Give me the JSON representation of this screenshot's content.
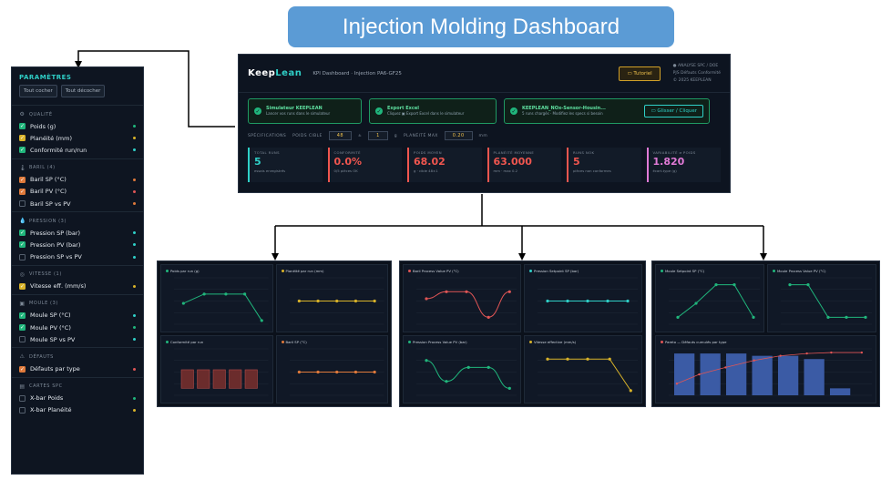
{
  "title": "Injection Molding Dashboard",
  "sidebar": {
    "title": "PARAMÈTRES",
    "buttons": [
      "Tout cocher",
      "Tout décocher"
    ],
    "sections": [
      {
        "label": "QUALITÉ",
        "icon": "gear-icon",
        "glyph": "⚙",
        "items": [
          {
            "label": "Poids (g)",
            "state": "on",
            "dot": "#20b67c"
          },
          {
            "label": "Planéité (mm)",
            "state": "yellow",
            "dot": "#d9b329"
          },
          {
            "label": "Conformité run/run",
            "state": "on",
            "dot": "#2fd0c8"
          }
        ]
      },
      {
        "label": "BARIL (4)",
        "icon": "thermometer-icon",
        "glyph": "🌡",
        "items": [
          {
            "label": "Baril SP (°C)",
            "state": "orange",
            "dot": "#e07a3b"
          },
          {
            "label": "Baril PV (°C)",
            "state": "orange",
            "dot": "#e05555"
          },
          {
            "label": "Baril SP vs PV",
            "state": "off",
            "dot": "#e07a3b"
          }
        ]
      },
      {
        "label": "PRESSION (3)",
        "icon": "droplet-icon",
        "glyph": "💧",
        "items": [
          {
            "label": "Pression SP (bar)",
            "state": "on",
            "dot": "#2fd0c8"
          },
          {
            "label": "Pression PV (bar)",
            "state": "on",
            "dot": "#2fd0c8"
          },
          {
            "label": "Pression SP vs PV",
            "state": "off",
            "dot": "#2fd0c8"
          }
        ]
      },
      {
        "label": "VITESSE (1)",
        "icon": "gauge-icon",
        "glyph": "◎",
        "items": [
          {
            "label": "Vitesse eff. (mm/s)",
            "state": "yellow",
            "dot": "#d9b329"
          }
        ]
      },
      {
        "label": "MOULE (3)",
        "icon": "mold-icon",
        "glyph": "▣",
        "items": [
          {
            "label": "Moule SP (°C)",
            "state": "on",
            "dot": "#2fd0c8"
          },
          {
            "label": "Moule PV (°C)",
            "state": "on",
            "dot": "#20b67c"
          },
          {
            "label": "Moule SP vs PV",
            "state": "off",
            "dot": "#2fd0c8"
          }
        ]
      },
      {
        "label": "DÉFAUTS",
        "icon": "warning-icon",
        "glyph": "⚠",
        "items": [
          {
            "label": "Défauts par type",
            "state": "orange",
            "dot": "#e05555"
          }
        ]
      },
      {
        "label": "CARTES SPC",
        "icon": "chart-icon",
        "glyph": "▤",
        "items": [
          {
            "label": "X-bar Poids",
            "state": "off",
            "dot": "#20b67c"
          },
          {
            "label": "X-bar Planéité",
            "state": "off",
            "dot": "#d9b329"
          }
        ]
      }
    ]
  },
  "dashboard": {
    "logo_a": "Keep",
    "logo_b": "Lean",
    "subtitle": "KPI Dashboard · Injection PA6-GF25",
    "tutorial": "▭ Tutoriel",
    "right_line1": "● ANALYSE SPC / DOE",
    "right_line2": "PJS   Défauts   Conformité",
    "right_line3": "© 2025 KEEPLEAN",
    "cards": [
      {
        "title": "Simulateur KEEPLEAN",
        "sub": "Lancer vos runs dans le simulateur"
      },
      {
        "title": "Export Excel",
        "sub": "Cliquez ▣ Export Excel dans le simulateur"
      },
      {
        "title": "KEEPLEAN_NOx-Sensor-Housin...",
        "sub": "5 runs chargés · Modifiez les specs si besoin",
        "button": "▭ Glisser / Cliquer"
      }
    ],
    "spec": {
      "label": "SPÉCIFICATIONS",
      "poids_label": "POIDS CIBLE",
      "poids_value": "48",
      "pm": "±",
      "tol_value": "1",
      "unit_g": "g",
      "plan_label": "PLANÉITÉ MAX",
      "plan_value": "0.20",
      "unit_mm": "mm"
    },
    "kpis": [
      {
        "label": "TOTAL RUNS",
        "value": "5",
        "sub": "essais enregistrés",
        "color": "#2fd0c8"
      },
      {
        "label": "CONFORMITÉ",
        "value": "0.0%",
        "sub": "0/5 pièces OK",
        "color": "#f0564f"
      },
      {
        "label": "POIDS MOYEN",
        "value": "68.02",
        "sub": "g · cible 48±1",
        "color": "#f0564f"
      },
      {
        "label": "PLANÉITÉ MOYENNE",
        "value": "63.000",
        "sub": "mm · max 0.2",
        "color": "#f0564f"
      },
      {
        "label": "RUNS NOK",
        "value": "5",
        "sub": "pièces non conformes",
        "color": "#f0564f"
      },
      {
        "label": "VARIABILITÉ σ POIDS",
        "value": "1.820",
        "sub": "écart-type (g)",
        "color": "#e07ad6"
      }
    ]
  },
  "panels": [
    {
      "charts": [
        {
          "title": "Poids par run (g)",
          "color": "#20b67c"
        },
        {
          "title": "Planéité par run (mm)",
          "color": "#d9b329"
        },
        {
          "title": "Conformité par run",
          "color": "#20b67c"
        },
        {
          "title": "Baril SP (°C)",
          "color": "#e07a3b"
        }
      ]
    },
    {
      "charts": [
        {
          "title": "Baril Process Value PV (°C)",
          "color": "#e05555"
        },
        {
          "title": "Pression Setpoint SP (bar)",
          "color": "#2fd0c8"
        },
        {
          "title": "Pression Process Value PV (bar)",
          "color": "#20b67c"
        },
        {
          "title": "Vitesse effective (mm/s)",
          "color": "#d9b329"
        }
      ]
    },
    {
      "charts": [
        {
          "title": "Moule Setpoint SP (°C)",
          "color": "#20b67c"
        },
        {
          "title": "Moule Process Value PV (°C)",
          "color": "#20b67c"
        },
        {
          "title": "Pareto — Défauts cumulés par type",
          "color": "#e05555"
        }
      ]
    }
  ]
}
